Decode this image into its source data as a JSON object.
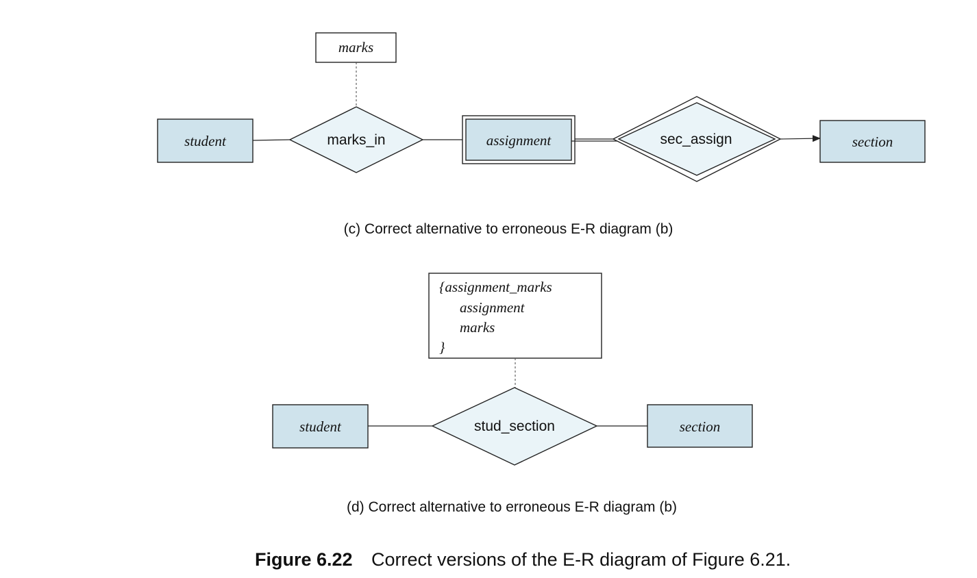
{
  "diagram_c": {
    "attribute": "marks",
    "entity_left": "student",
    "relationship_left": "marks_in",
    "weak_entity": "assignment",
    "identifying_relationship": "sec_assign",
    "entity_right": "section",
    "caption": "(c) Correct alternative to erroneous E-R diagram (b)"
  },
  "diagram_d": {
    "attribute_lines": [
      "{assignment_marks",
      "assignment",
      "marks",
      "}"
    ],
    "entity_left": "student",
    "relationship": "stud_section",
    "entity_right": "section",
    "caption": "(d) Correct alternative to erroneous E-R diagram (b)"
  },
  "figure": {
    "number": "Figure 6.22",
    "title": "Correct versions of the E-R diagram of Figure 6.21."
  },
  "colors": {
    "entity_fill": "#cfe3ec",
    "relationship_fill": "#eaf4f8"
  }
}
